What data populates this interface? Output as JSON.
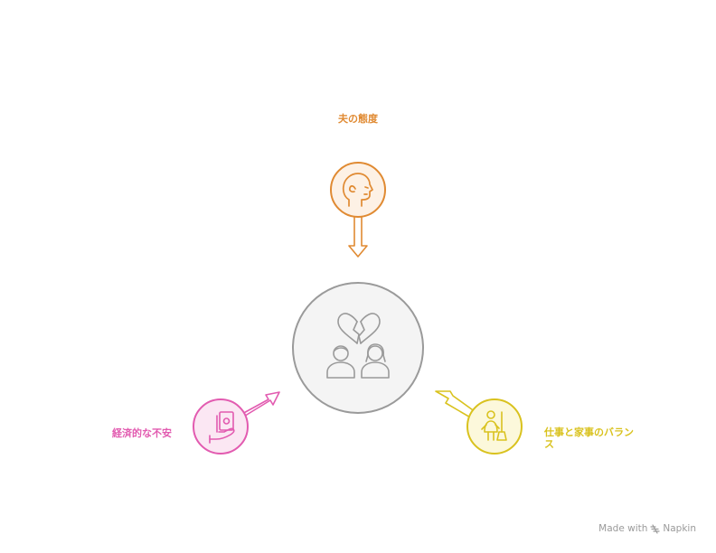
{
  "nodes": {
    "top": {
      "label": "夫の態度",
      "icon": "face-profile-icon",
      "color": "#e08a32"
    },
    "left": {
      "label": "経済的な不安",
      "icon": "money-hand-icon",
      "color": "#e25bb0"
    },
    "right": {
      "label": "仕事と家事のバランス",
      "icon": "housework-person-icon",
      "color": "#d9c21e"
    },
    "center": {
      "icon": "broken-heart-couple-icon",
      "color": "#9a9a9a",
      "fill": "#f4f4f4"
    }
  },
  "credit": {
    "made_with": "Made with",
    "brand": "Napkin",
    "icon": "napkin-logo-icon"
  }
}
